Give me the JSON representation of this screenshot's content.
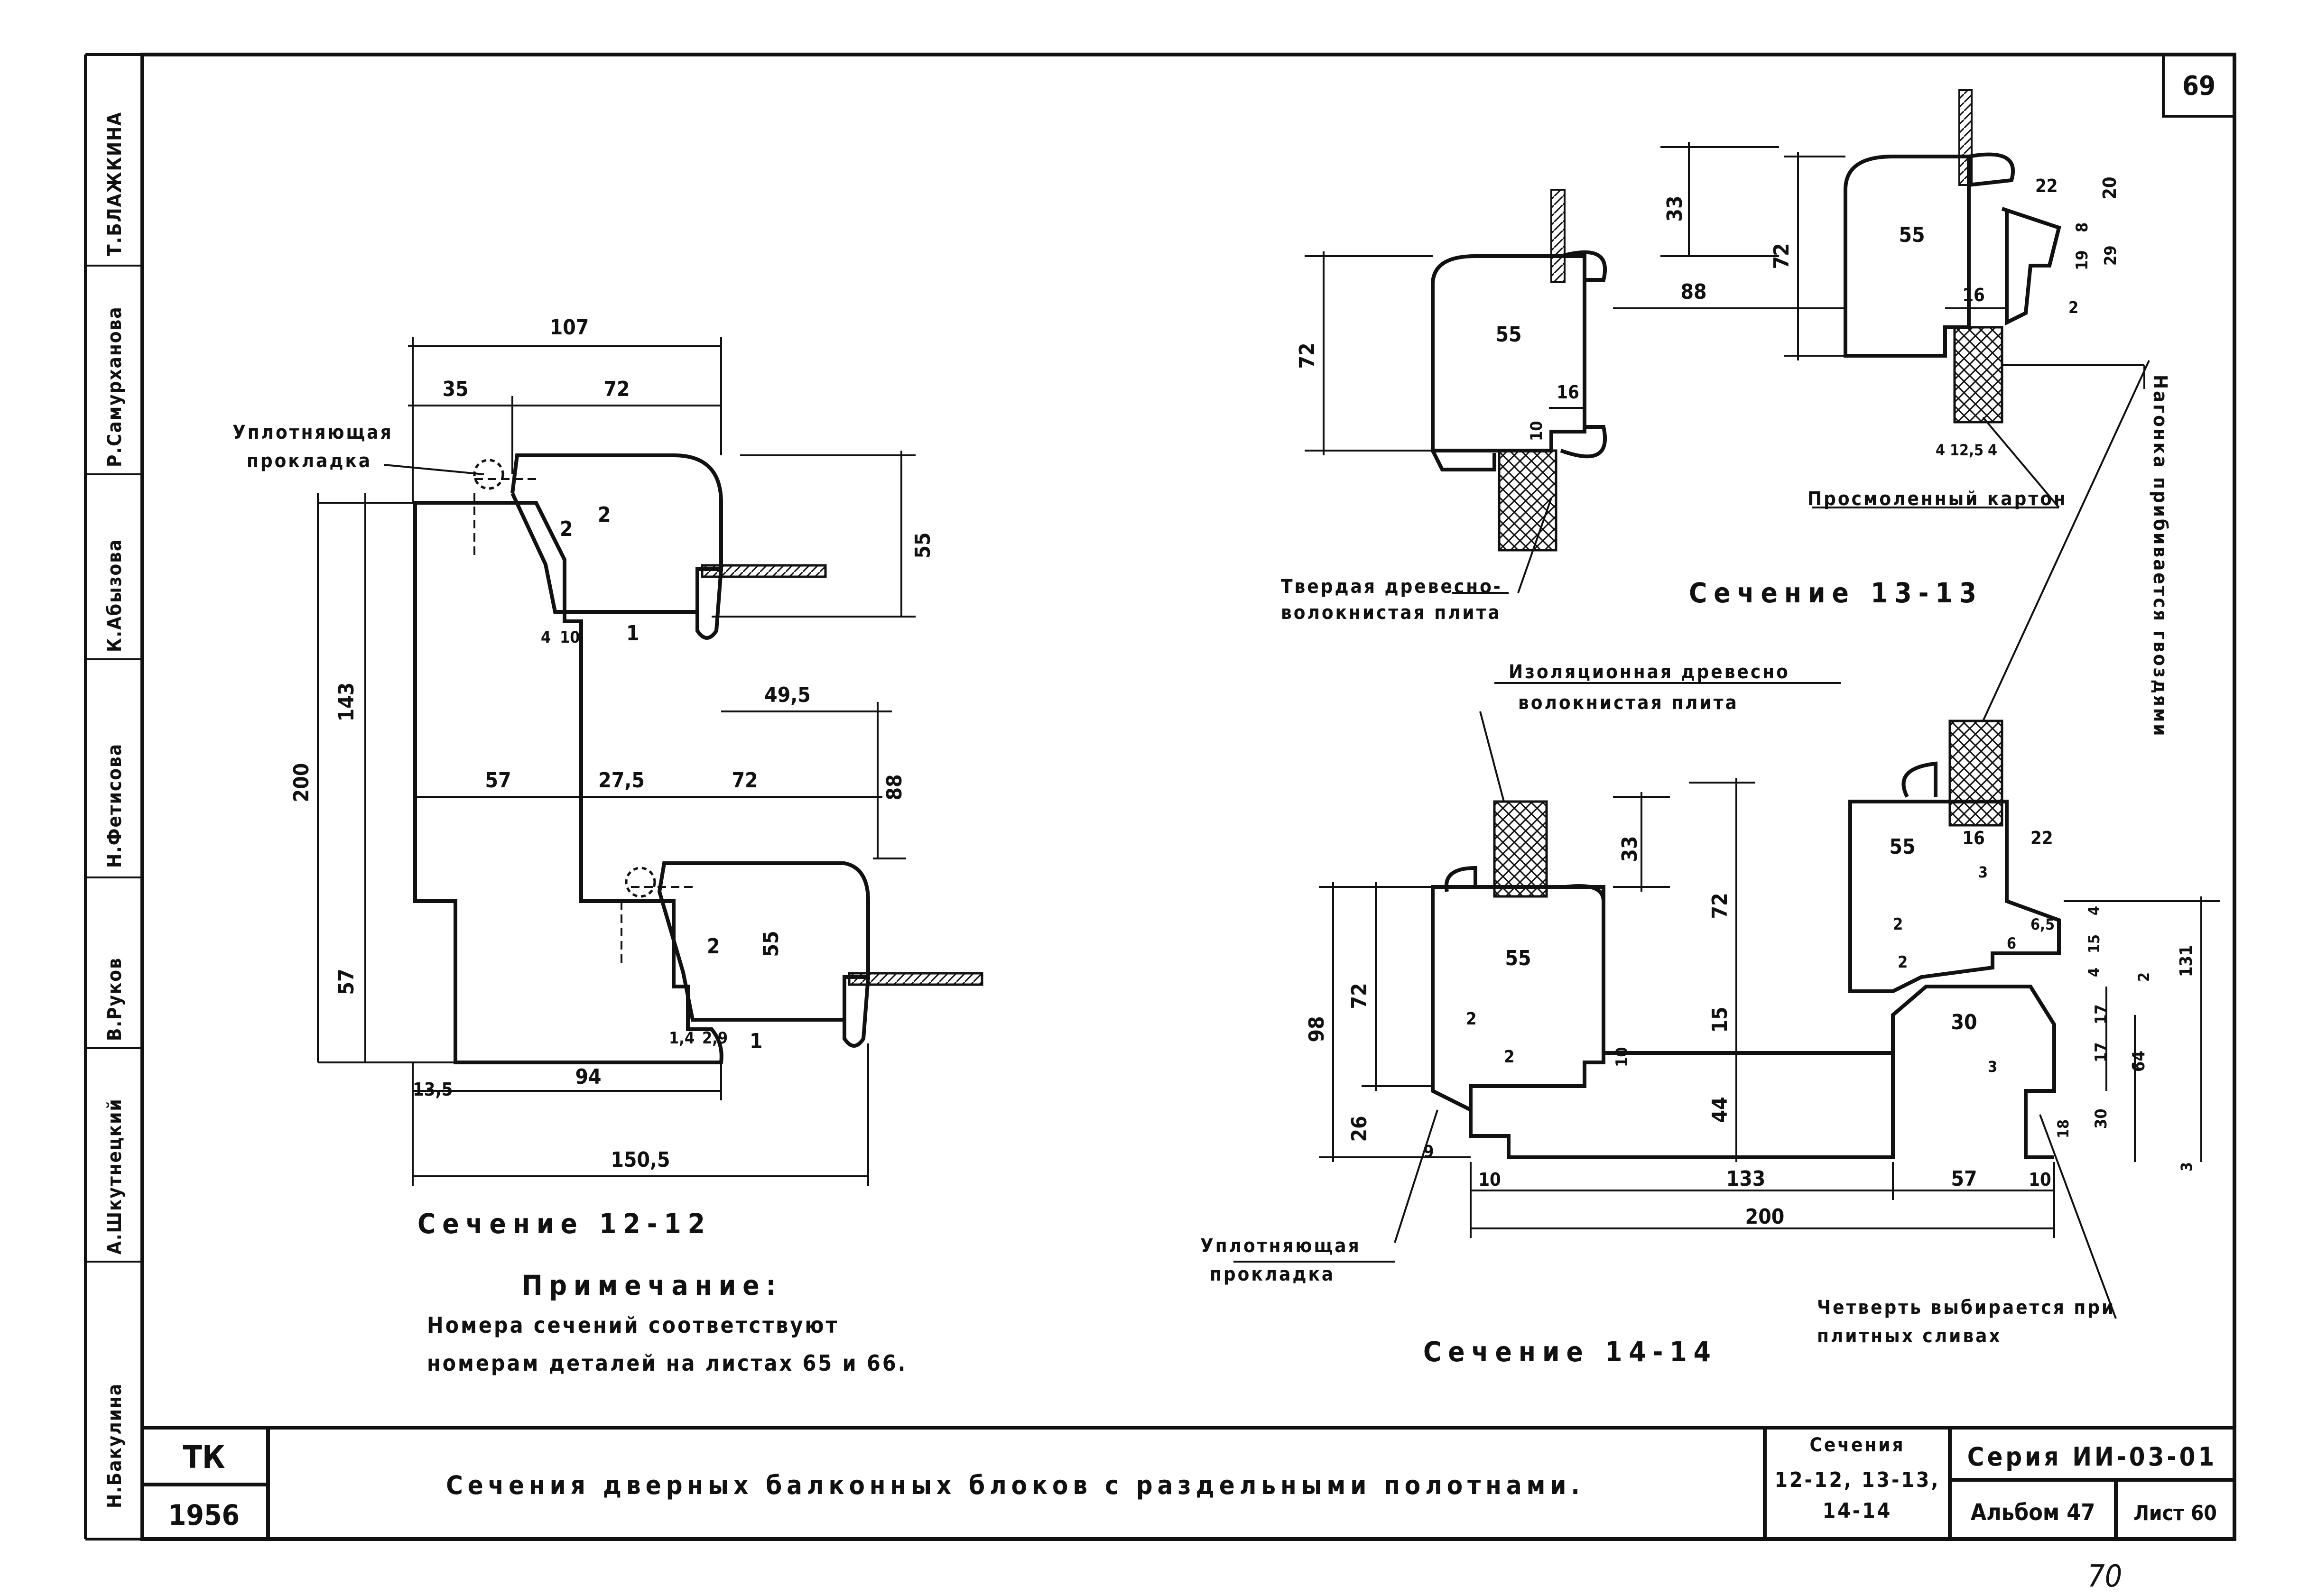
{
  "page_number": "69",
  "page_bottom_note": "70",
  "side_stamp": [
    "Т.БЛАЖКИНА",
    "Р.Самурханова",
    "К.Абызова",
    "Н.Фетисова",
    "В.Руков",
    "А.Шкутнецкий",
    "Н.Бакулина"
  ],
  "section_12": {
    "title": "Сечение 12-12",
    "label_seal": [
      "Уплотняющая",
      "прокладка"
    ],
    "dims": [
      "107",
      "35",
      "72",
      "55",
      "2",
      "2",
      "4",
      "10",
      "1",
      "143",
      "200",
      "49,5",
      "88",
      "57",
      "27,5",
      "72",
      "2",
      "55",
      "57",
      "1,4",
      "2,9",
      "1",
      "13,5",
      "94",
      "150,5"
    ]
  },
  "note": {
    "heading": "Примечание:",
    "lines": [
      "Номера сечений соответствуют",
      "номерам деталей на листах 65 и 66."
    ]
  },
  "section_13": {
    "title": "Сечение 13-13",
    "label_board": [
      "Твердая древесно-",
      "волокнистая плита"
    ],
    "label_cardboard": "Просмоленный картон",
    "label_nail": "Нагонка прибивается гвоздями",
    "dims": [
      "33",
      "72",
      "55",
      "88",
      "16",
      "10",
      "72",
      "55",
      "16",
      "22",
      "20",
      "8",
      "19",
      "29",
      "2",
      "4",
      "12,5",
      "4"
    ]
  },
  "section_14": {
    "title": "Сечение 14-14",
    "label_insul": [
      "Изоляционная древесно",
      "волокнистая плита"
    ],
    "label_seal": [
      "Уплотняющая",
      "прокладка"
    ],
    "label_quarter": [
      "Четверть выбирается при",
      "плитных сливах"
    ],
    "dims": [
      "33",
      "72",
      "55",
      "98",
      "72",
      "2",
      "2",
      "10",
      "15",
      "44",
      "26",
      "9",
      "10",
      "133",
      "57",
      "10",
      "200",
      "55",
      "16",
      "22",
      "3",
      "2",
      "2",
      "6",
      "6,5",
      "4",
      "15",
      "4",
      "2",
      "131",
      "30",
      "3",
      "17",
      "17",
      "64",
      "30",
      "18",
      "3"
    ]
  },
  "title_block": {
    "org": "ТК",
    "year": "1956",
    "title": "Сечения дверных балконных блоков с раздельными полотнами.",
    "sections_label": "Сечения",
    "sections_list": [
      "12-12, 13-13,",
      "14-14"
    ],
    "series": "Серия ИИ-03-01",
    "album": "Альбом 47",
    "sheet": "Лист 60"
  }
}
